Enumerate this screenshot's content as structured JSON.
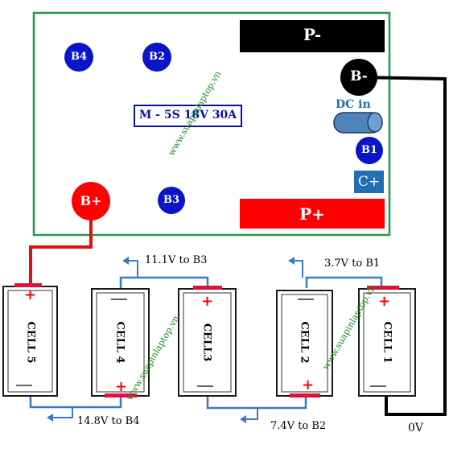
{
  "board": {
    "model": "M - 5S 18V 30A",
    "pad_p_minus": "P-",
    "pad_p_plus": "P+",
    "terminal_b_minus": "B-",
    "terminal_b_plus": "B+",
    "dc_in_label": "DC in",
    "c_plus": "C+",
    "balance_pins": {
      "b1": "B1",
      "b2": "B2",
      "b3": "B3",
      "b4": "B4"
    }
  },
  "cells": [
    {
      "name": "CELL 5"
    },
    {
      "name": "CELL 4"
    },
    {
      "name": "CELL3"
    },
    {
      "name": "CELL 2"
    },
    {
      "name": "CELL 1"
    }
  ],
  "notes": {
    "v111": "11.1V to B3",
    "v37": "3.7V to B1",
    "v148": "14.8V to B4",
    "v74": "7.4V to B2",
    "zero": "0V"
  },
  "watermark": "www.suapinlaptop.vn",
  "colors": {
    "board_border": "#1e9a4a",
    "pad_black": "#000000",
    "pad_red": "#ff0000",
    "pin_blue": "#0a14c8",
    "c_plus_bg": "#1f6fb2",
    "dc_in_cap": "#4f84b8",
    "wire_blue": "#3a78c8",
    "wire_black": "#000000",
    "wire_red": "#e01010",
    "polarity_red": "#ff0000",
    "watermark": "#1c8a1c"
  }
}
